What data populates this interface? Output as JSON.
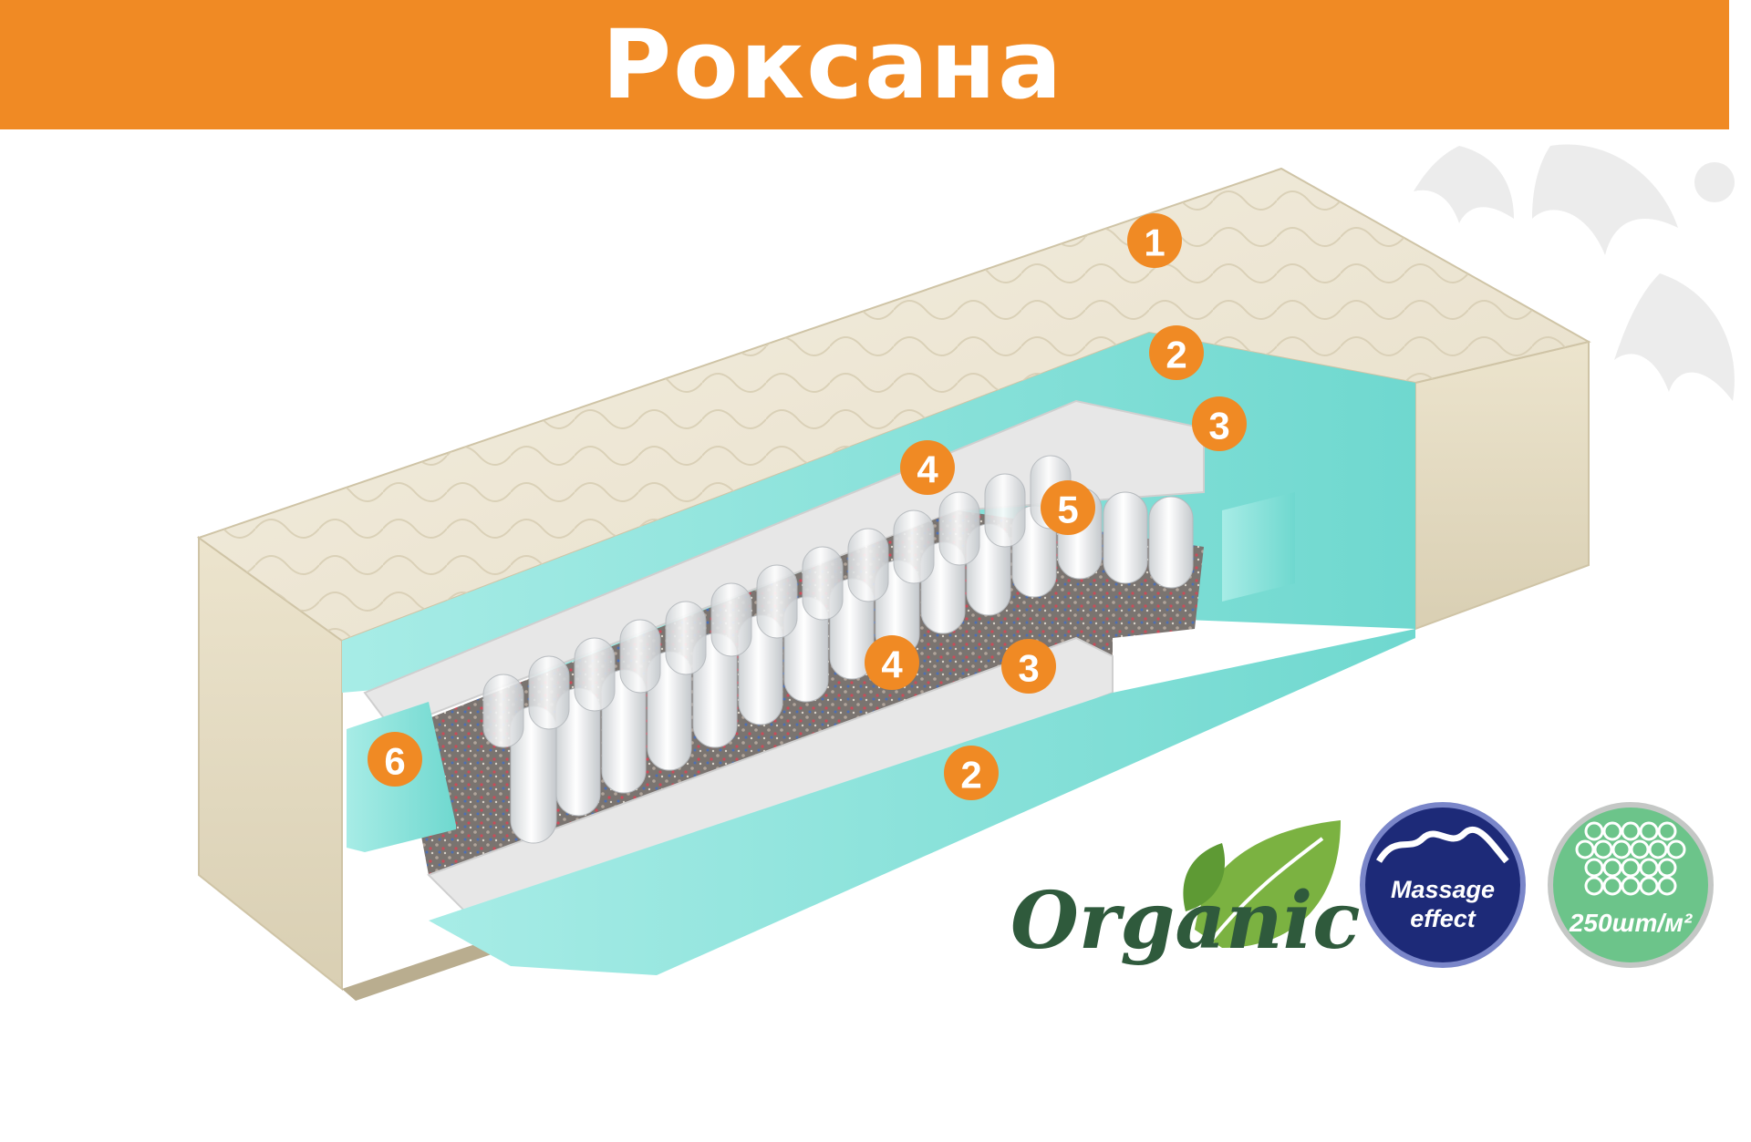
{
  "header": {
    "title": "Роксана",
    "color": "#f08a24"
  },
  "product_image": {
    "icon": "mattress-cross-section"
  },
  "layer_markers": [
    {
      "label": "1"
    },
    {
      "label": "2"
    },
    {
      "label": "3"
    },
    {
      "label": "4"
    },
    {
      "label": "5"
    },
    {
      "label": "4"
    },
    {
      "label": "3"
    },
    {
      "label": "2"
    },
    {
      "label": "6"
    }
  ],
  "badges": {
    "organic": {
      "text": "Organic",
      "color": "#2f5a3c",
      "leaf_color": "#7bb241"
    },
    "massage": {
      "line1": "Massage",
      "line2": "effect",
      "color": "#1d2a78"
    },
    "springs": {
      "text": "250шт/м²",
      "color": "#6cc48a"
    }
  },
  "colors": {
    "marker": "#f08a24",
    "foam": "#8ee3dd",
    "fabric": "#ede6d2"
  }
}
